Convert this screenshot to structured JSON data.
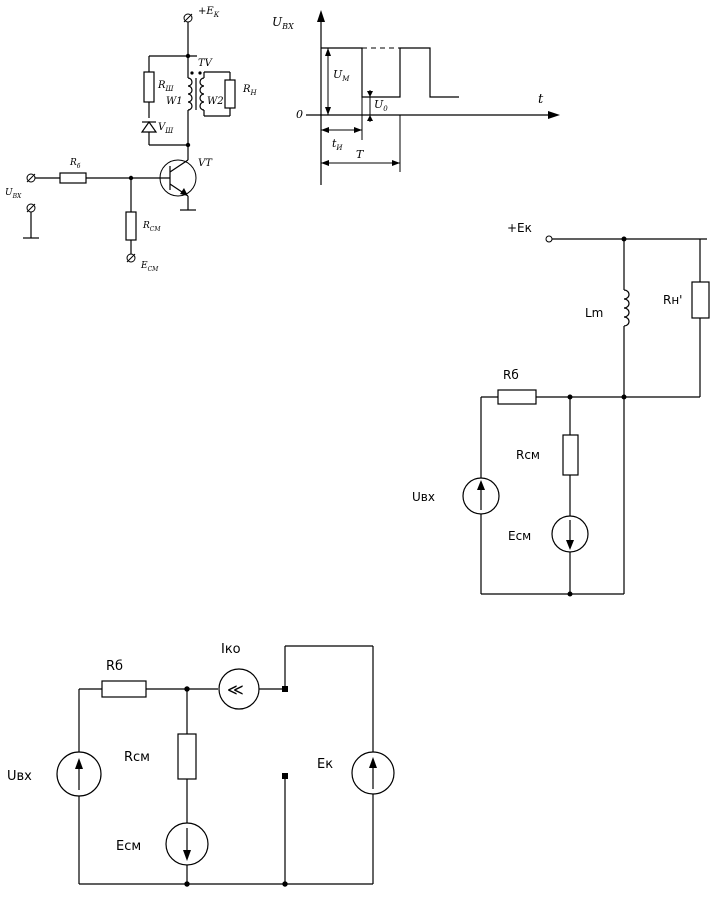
{
  "fig1": {
    "ek": "+E",
    "ek_sub": "К",
    "tv": "TV",
    "rsh": "R",
    "rsh_sub": "Ш",
    "vsh": "V",
    "vsh_sub": "Ш",
    "w1": "W1",
    "w2": "W2",
    "rn": "R",
    "rn_sub": "Н",
    "rb": "R",
    "rb_sub": "б",
    "vt": "VT",
    "uvx": "U",
    "uvx_sub": "ВХ",
    "rsm": "R",
    "rsm_sub": "СМ",
    "esm": "E",
    "esm_sub": "СМ"
  },
  "fig2": {
    "uvx": "U",
    "uvx_sub": "ВХ",
    "um": "U",
    "um_sub": "М",
    "u0": "U",
    "u0_sub": "0",
    "zero": "0",
    "t": "t",
    "ti": "t",
    "ti_sub": "И",
    "T": "T"
  },
  "fig3": {
    "ek": "+Ек",
    "lm": "Lm",
    "rn": "Rн'",
    "rb": "Rб",
    "rsm": "Rсм",
    "uvx": "Uвх",
    "esm": "Есм"
  },
  "fig4": {
    "rb": "Rб",
    "iko": "Iко",
    "rsm": "Rсм",
    "ek": "Ек",
    "uvx": "Uвх",
    "esm": "Есм",
    "iko_symbol": "≪"
  }
}
